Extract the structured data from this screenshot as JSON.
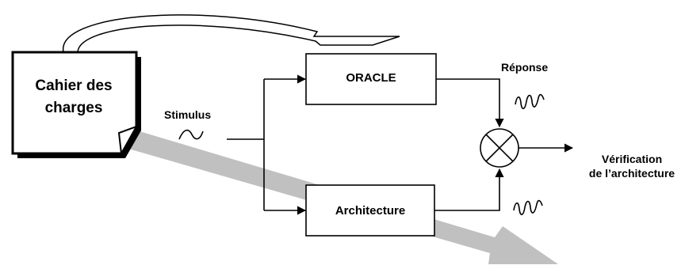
{
  "nodes": {
    "cahier": {
      "line1": "Cahier des",
      "line2": "charges"
    },
    "oracle": {
      "label": "ORACLE"
    },
    "architecture": {
      "label": "Architecture"
    }
  },
  "labels": {
    "stimulus": "Stimulus",
    "reponse": "Réponse",
    "verification_line1": "Vérification",
    "verification_line2": "de l’architecture"
  },
  "colors": {
    "stroke": "#000000",
    "background": "#ffffff",
    "big_arrow": "#c0c0c0"
  },
  "icons": {
    "stimulus_wave": "sine-wave-icon",
    "oracle_response_wave": "squiggle-wave-icon",
    "architecture_response_wave": "squiggle-wave-icon",
    "comparator": "circled-x-comparator-icon"
  }
}
